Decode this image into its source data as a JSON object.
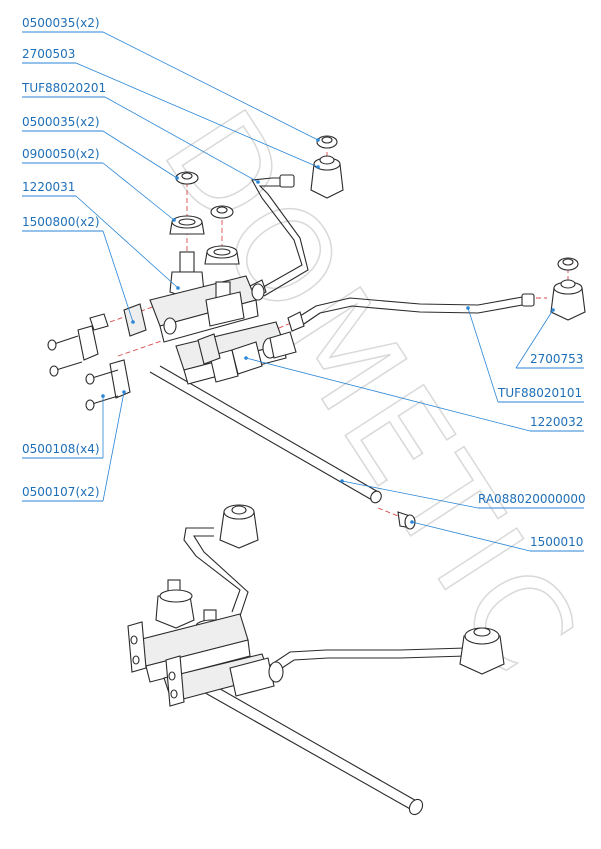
{
  "diagram": {
    "watermark": "DOMETIC",
    "labels": [
      {
        "key": "l1",
        "text": "0500035(x2)"
      },
      {
        "key": "l2",
        "text": "2700503"
      },
      {
        "key": "l3",
        "text": "TUF88020201"
      },
      {
        "key": "l4",
        "text": "0500035(x2)"
      },
      {
        "key": "l5",
        "text": "0900050(x2)"
      },
      {
        "key": "l6",
        "text": "1220031"
      },
      {
        "key": "l7",
        "text": "1500800(x2)"
      },
      {
        "key": "l8",
        "text": "0500108(x4)"
      },
      {
        "key": "l9",
        "text": "0500107(x2)"
      },
      {
        "key": "l10",
        "text": "2700753"
      },
      {
        "key": "l11",
        "text": "TUF88020101"
      },
      {
        "key": "l12",
        "text": "1220032"
      },
      {
        "key": "l13",
        "text": "RA088020000000"
      },
      {
        "key": "l14",
        "text": "1500010"
      }
    ],
    "colors": {
      "label": "#1f6fb8",
      "leader": "#2a86d6",
      "centerline": "#d94a4a",
      "line_art": "#2b2b2b",
      "watermark": "#d9d9d9"
    }
  }
}
